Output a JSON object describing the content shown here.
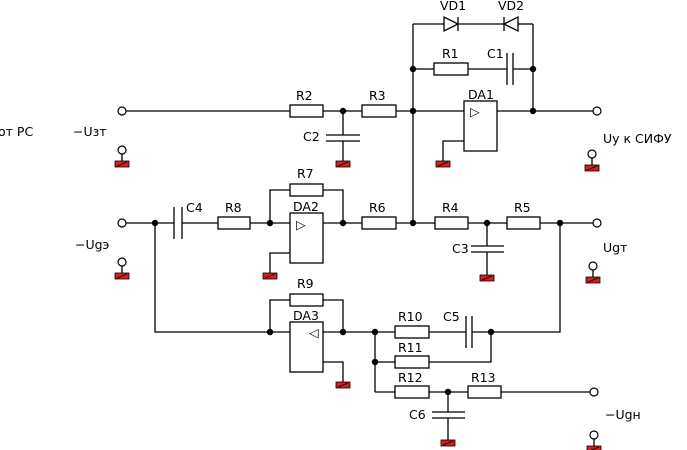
{
  "diagram": {
    "type": "electrical-schematic",
    "colors": {
      "wire": "#000000",
      "ground": "#d61f1f",
      "background": "#ffffff"
    },
    "terminals": {
      "input_zt": {
        "label": "−Uзт",
        "prefix": "от  РС"
      },
      "output_uy": {
        "label": "Uу  к  СИФУ"
      },
      "input_ude": {
        "label": "−Ugэ"
      },
      "output_udt": {
        "label": "Ugт"
      },
      "output_udn": {
        "label": "−Ugн"
      }
    },
    "components": {
      "resistors": [
        "R1",
        "R2",
        "R3",
        "R4",
        "R5",
        "R6",
        "R7",
        "R8",
        "R9",
        "R10",
        "R11",
        "R12",
        "R13"
      ],
      "capacitors": [
        "C1",
        "C2",
        "C3",
        "C4",
        "C5",
        "C6"
      ],
      "diodes": [
        "VD1",
        "VD2"
      ],
      "opamps": [
        "DA1",
        "DA2",
        "DA3"
      ]
    },
    "opamp_symbol": {
      "noninv": "▷",
      "inv": "◁"
    }
  }
}
